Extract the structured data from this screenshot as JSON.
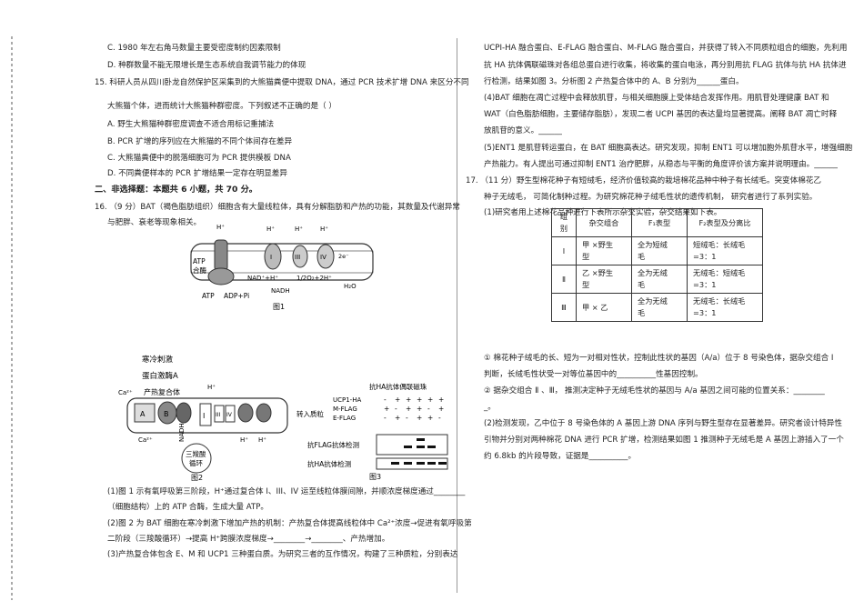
{
  "left": {
    "opt_c": "C.  1980 年左右角马数量主要受密度制约因素限制",
    "opt_d": "D.  种群数量不能无限增长是生态系统自我调节能力的体现",
    "q15_line1": "15.   科研人员从四川卧龙自然保护区采集到的大熊猫粪便中提取 DNA，通过 PCR 技术扩增 DNA 来区分不同",
    "q15_line2": "大熊猫个体，进而统计大熊猫种群密度。下列叙述不正确的是（     ）",
    "q15_a": "A.  野生大熊猫种群密度调查不适合用标记重捕法",
    "q15_b": "B.  PCR 扩增的序列应在大熊猫的不同个体间存在差异",
    "q15_c": "C.  大熊猫粪便中的脱落细胞可为 PCR 提供模板 DNA",
    "q15_d": "D.  不同粪便样本的 PCR 扩增结果一定存在明显差异",
    "section2": "二、非选择题：本题共 6 小题，共 70 分。",
    "q16_line1": "16.   （9 分）BAT（褐色脂肪组织）细胞含有大量线粒体，具有分解脂肪和产热的功能，其数量及代谢异常",
    "q16_line2": "与肥胖、衰老等现象相关。",
    "q16_p1_line1": "(1)图 1 示有氧呼吸第三阶段，H⁺通过复合体 I、III、IV 运至线粒体膜间隙，并顺浓度梯度通过________",
    "q16_p1_line2": "（细胞结构）上的 ATP 合酶，生成大量 ATP。",
    "q16_p2_line1": "(2)图 2 为 BAT 细胞在寒冷刺激下增加产热的机制：产热复合体提高线粒体中 Ca²⁺浓度→促进有氧呼吸第",
    "q16_p2_line2": "二阶段（三羧酸循环）→提高 H⁺跨膜浓度梯度→________→________、产热增加。",
    "q16_p3_line1": "(3)产热复合体包含 E、M 和 UCP1 三种蛋白质。为研究三者的互作情况，构建了三种质粒，分别表达"
  },
  "right": {
    "r1": "UCPI-HA 融合蛋白、E-FLAG 融合蛋白、M-FLAG 融合蛋白，并获得了转入不同质粒组合的细胞，先利用",
    "r2": "抗 HA 抗体偶联磁珠对各组总蛋白进行收集，将收集的蛋白电泳，再分别用抗 FLAG 抗体与抗 HA 抗体进",
    "r3": "行检测，结果如图 3。分析图 2 产热复合体中的 A、B 分别为______蛋白。",
    "r4": "(4)BAT 细胞在凋亡过程中会释放肌苷，与相关细胞膜上受体结合发挥作用。用肌苷处理健康 BAT 和",
    "r5": "WAT（白色脂肪细胞，主要储存脂肪），发现二者 UCPI 基因的表达量均显著提高。阐释 BAT 凋亡时释",
    "r6": "放肌苷的意义。______",
    "r7": "(5)ENT1 是肌苷转运蛋白，在 BAT 细胞高表达。研究发现，抑制 ENT1 可以增加胞外肌苷水平，增强细胞",
    "r8": "产热能力。有人提出可通过抑制 ENT1 治疗肥胖，从稳态与平衡的角度评价该方案并说明理由。______",
    "q17_line1": "17.      （11 分）野生型棉花种子有短绒毛，经济价值较高的栽培棉花品种中种子有长绒毛。突变体棉花乙",
    "q17_line2": "种子无绒毛，    可简化制种过程。为研究棉花种子绒毛性状的遗传机制，    研究者进行了系列实验。",
    "q17_p1": "(1)研究者用上述棉花品种进行下表所示杂交实验，杂交结果如下表。",
    "table": {
      "h_group1": "组",
      "h_group2": "别",
      "h_cross": "杂交组合",
      "h_f1": "F₁表型",
      "h_f2": "F₂表型及分离比",
      "rows": [
        {
          "id": "Ⅰ",
          "cross1": "甲  ×野生",
          "cross2": "型",
          "f1_1": "全为短绒",
          "f1_2": "毛",
          "f2_1": "短绒毛：长绒毛",
          "f2_2": "=3：1"
        },
        {
          "id": "Ⅱ",
          "cross1": "乙  ×野生",
          "cross2": "型",
          "f1_1": "全为无绒",
          "f1_2": "毛",
          "f2_1": "无绒毛：短绒毛",
          "f2_2": "=3：1"
        },
        {
          "id": "Ⅲ",
          "cross1": "甲  × 乙",
          "cross2": "",
          "f1_1": "全为无绒",
          "f1_2": "毛",
          "f2_1": "无绒毛：长绒毛",
          "f2_2": "=3：1"
        }
      ]
    },
    "s1_line1": "①  棉花种子绒毛的长、短为一对相对性状，控制此性状的基因（A/a）位于 8 号染色体，据杂交组合 Ⅰ",
    "s1_line2": "判断，长绒毛性状受一对等位基因中的__________性基因控制。",
    "s2_line1": "②  据杂交组合 Ⅱ 、Ⅲ，   推测决定种子无绒毛性状的基因与 A/a 基因之间可能的位置关系：________",
    "s2_line2": "_。",
    "p2_line1": "(2)检测发现，乙中位于 8 号染色体的 A 基因上游 DNA 序列与野生型存在显著差异。研究者设计特异性",
    "p2_line2": "引物并分别对两种棉花 DNA 进行 PCR 扩增，检测结果如图 1 推测种子无绒毛是 A 基因上游插入了一个",
    "p2_line3": "约 6.8kb 的片段导致，证据是__________。"
  },
  "fig1": {
    "caption": "图1",
    "h1": "H⁺",
    "h2": "H⁺",
    "h3": "H⁺",
    "h4": "H⁺",
    "atp_synthase1": "ATP",
    "atp_synthase2": "合酶",
    "atp": "ATP",
    "adp": "ADP+Pi",
    "nad": "NAD⁺+H⁺",
    "nadh": "NADH",
    "o2": "1/2O₂+2H⁺",
    "h2o": "H₂O",
    "e": "2e⁻",
    "c1": "I",
    "c3": "III",
    "c4": "IV"
  },
  "fig2": {
    "caption": "图2",
    "cold1": "寒冷刺激",
    "cold2": "蛋白激酶A",
    "complex": "产热复合体",
    "ca_top": "Ca²⁺",
    "ca_bottom": "Ca²⁺",
    "a": "A",
    "b": "B",
    "c1": "I",
    "c3": "III",
    "c4": "IV",
    "h_top": "H⁺",
    "h_b1": "H⁺",
    "h_b2": "H⁺",
    "nadh": "NADH",
    "tca1": "三羧酸",
    "tca2": "循环"
  },
  "fig3": {
    "caption": "图3",
    "title": "抗HA抗体偶联磁珠",
    "plasmid": "转入质粒",
    "rows": [
      {
        "label": "UCP1-HA",
        "signs": [
          "-",
          "+",
          "+",
          "+",
          "+",
          "+"
        ]
      },
      {
        "label": "M-FLAG",
        "signs": [
          "+",
          "-",
          "+",
          "+",
          "-",
          "+"
        ]
      },
      {
        "label": "E-FLAG",
        "signs": [
          "-",
          "+",
          "-",
          "+",
          "+",
          "-"
        ]
      }
    ],
    "flag": "抗FLAG抗体检测",
    "ha": "抗HA抗体检测"
  }
}
